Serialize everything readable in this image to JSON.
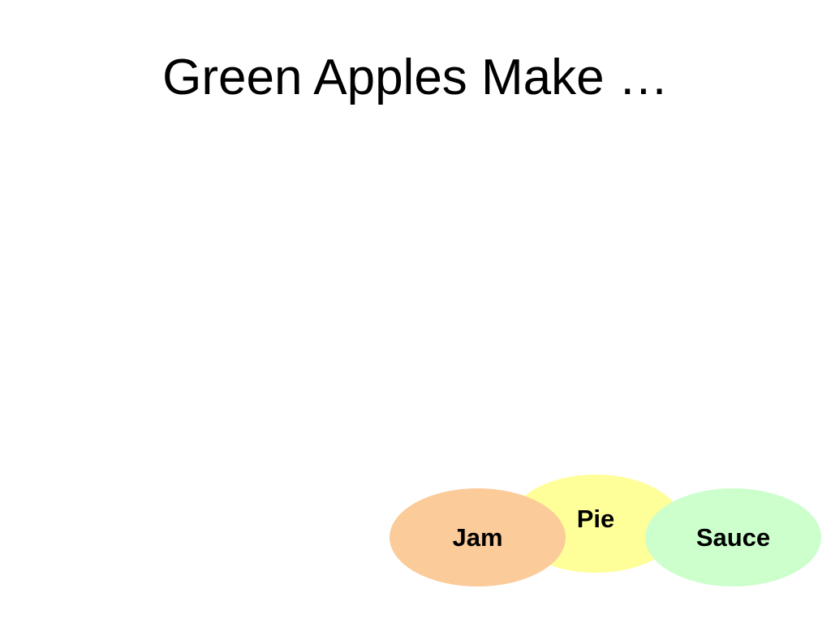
{
  "slide": {
    "title": "Green Apples Make …"
  },
  "bubbles": [
    {
      "id": "pie",
      "label": "Pie",
      "color": "#ffff99"
    },
    {
      "id": "jam",
      "label": "Jam",
      "color": "#fbcb99"
    },
    {
      "id": "sauce",
      "label": "Sauce",
      "color": "#ccffcc"
    }
  ]
}
